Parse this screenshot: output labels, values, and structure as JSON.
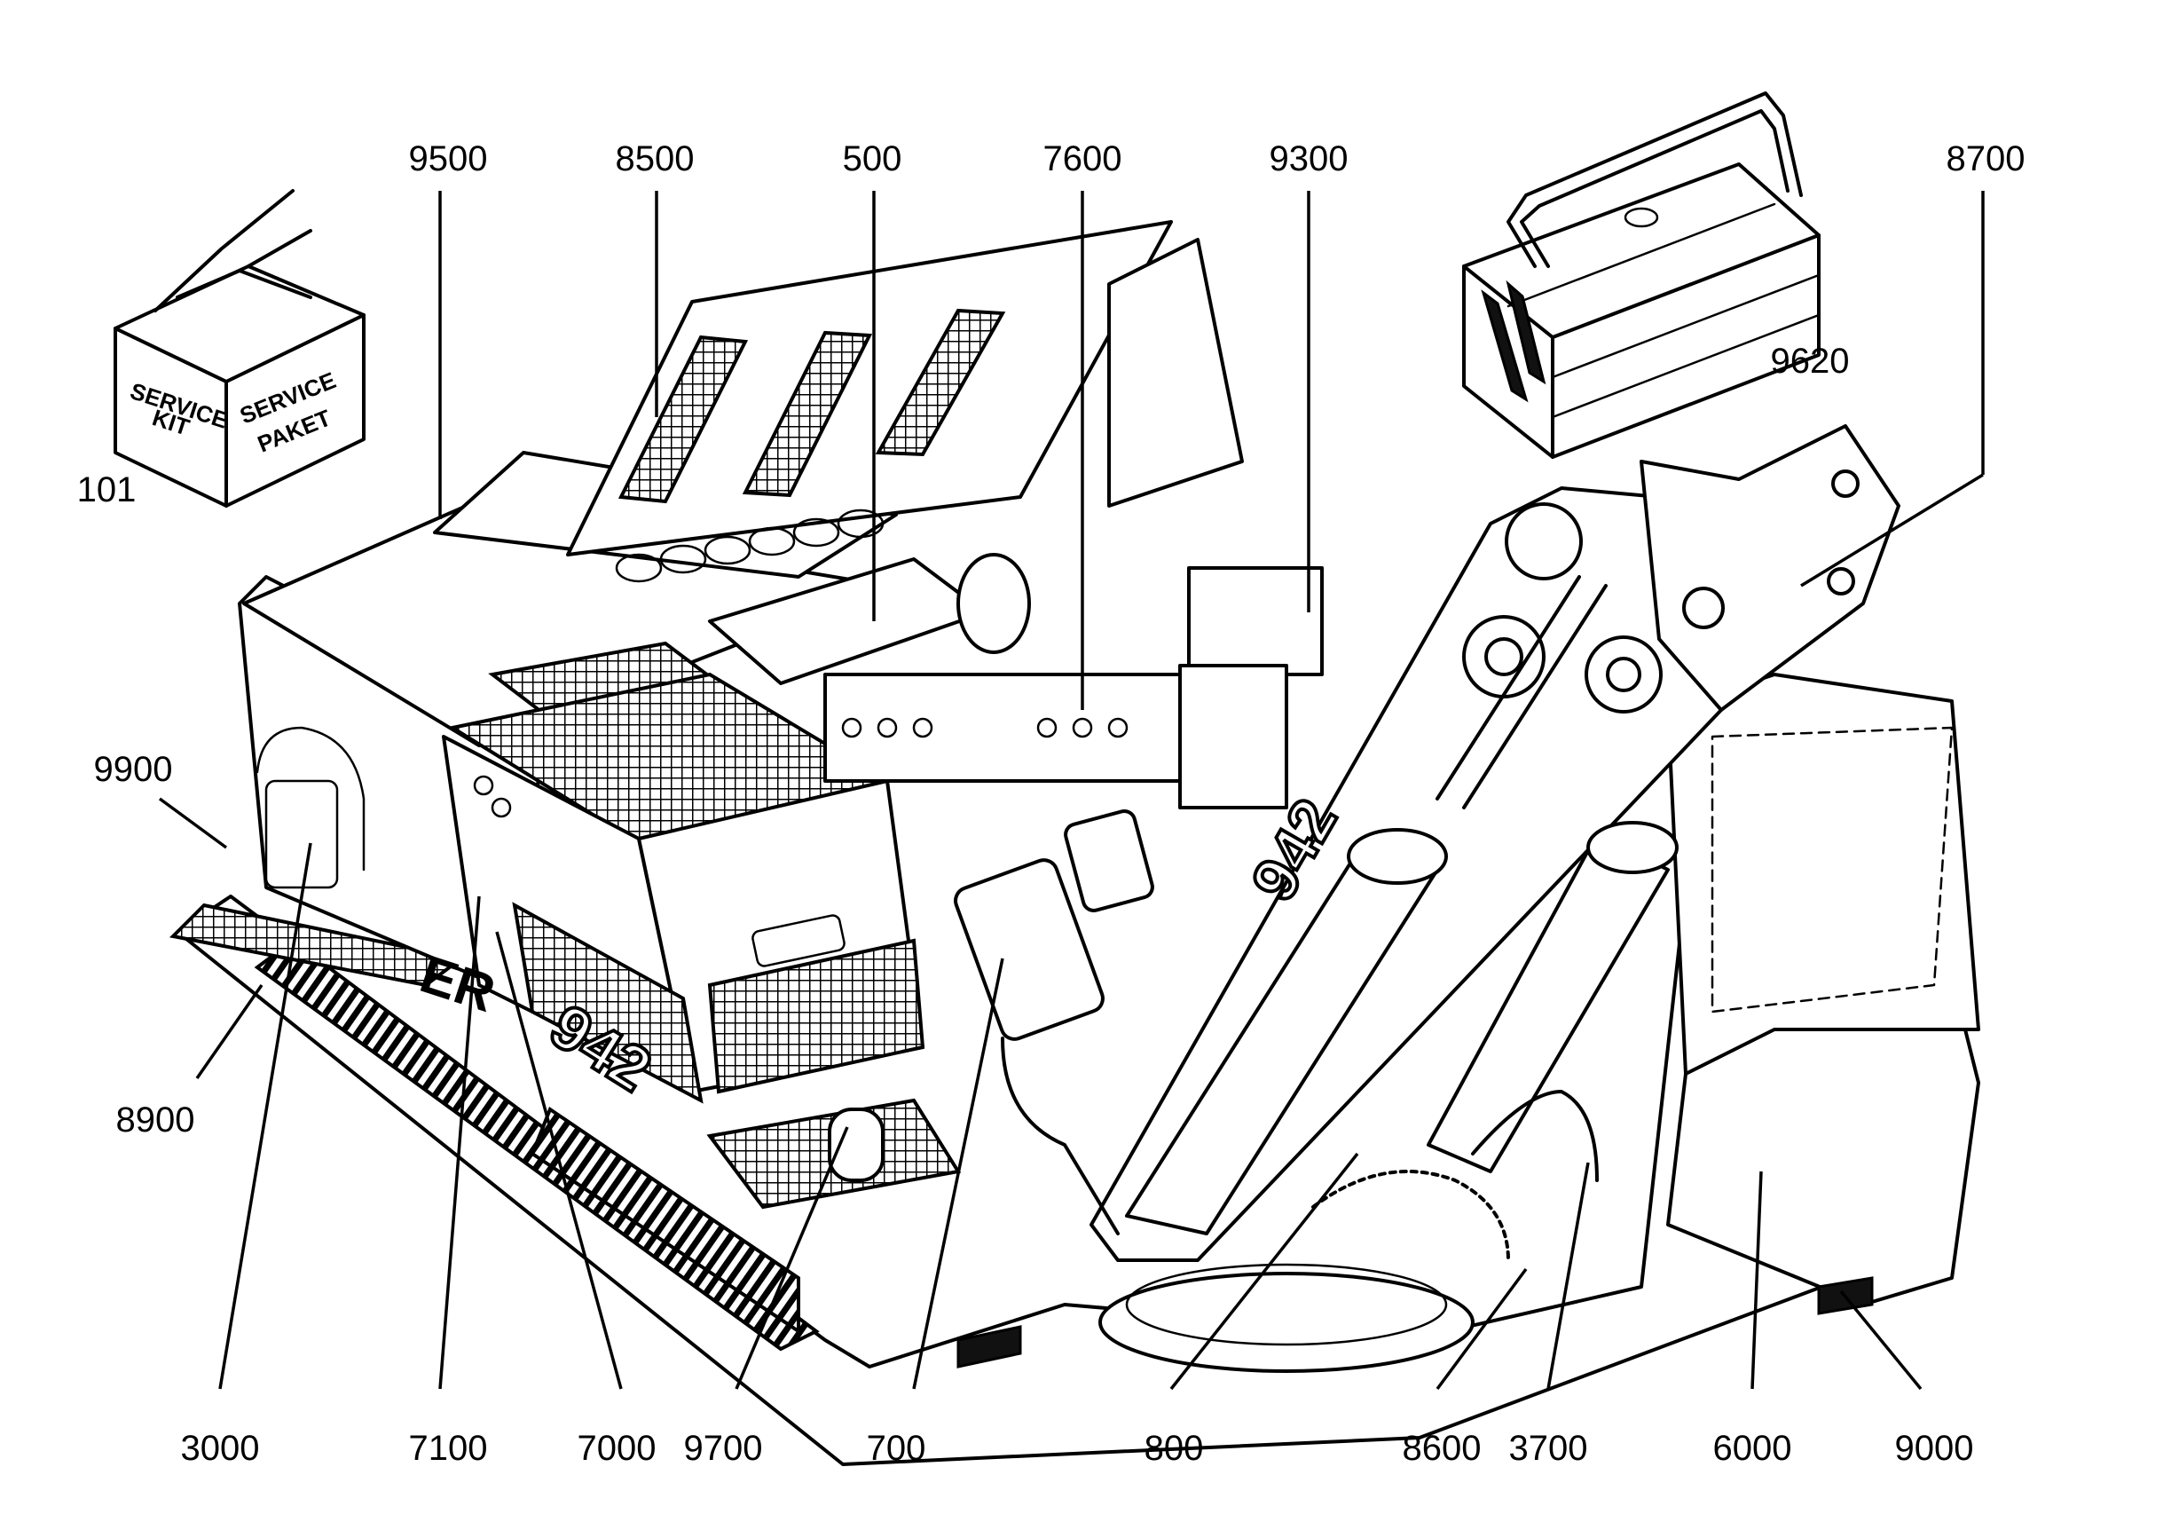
{
  "callouts": {
    "c9500": "9500",
    "c8500": "8500",
    "c500": "500",
    "c7600": "7600",
    "c9300": "9300",
    "c8700": "8700",
    "c9620": "9620",
    "c101": "101",
    "c9900": "9900",
    "c8900": "8900",
    "c3000": "3000",
    "c7100": "7100",
    "c7000": "7000",
    "c9700": "9700",
    "c700": "700",
    "c800": "800",
    "c8600": "8600",
    "c3700": "3700",
    "c6000": "6000",
    "c9000": "9000"
  },
  "service_box": {
    "front_line1": "SERVICE",
    "front_line2": "KIT",
    "side_line1": "SERVICE",
    "side_line2": "PAKET"
  },
  "machine": {
    "model_on_boom": "942",
    "model_on_body": "942",
    "brand_mark": "ER"
  }
}
